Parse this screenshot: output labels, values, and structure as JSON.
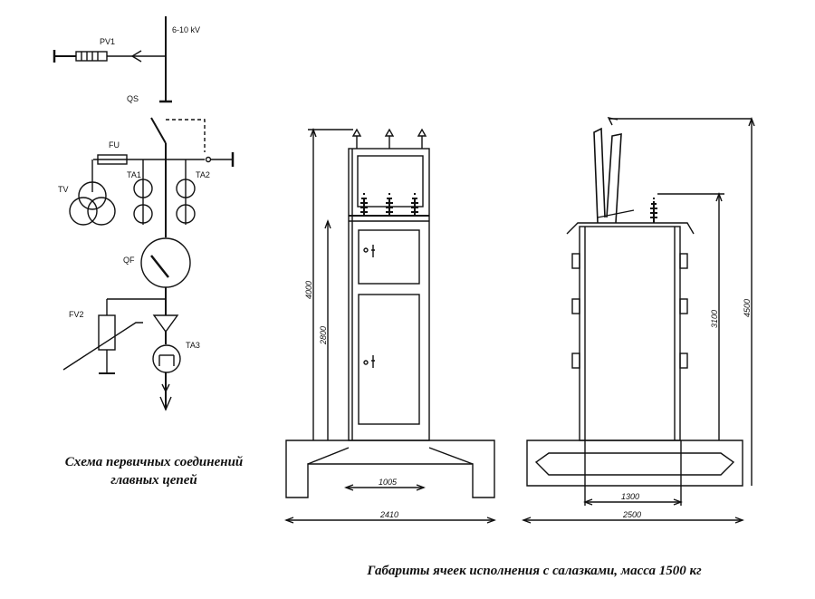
{
  "schematic": {
    "voltage": "6-10 kV",
    "labels": {
      "pv1": "PV1",
      "qs": "QS",
      "fu": "FU",
      "tv": "TV",
      "ta1": "TA1",
      "ta2": "TA2",
      "qf": "QF",
      "fv2": "FV2",
      "ta3": "TA3"
    },
    "caption_line1": "Схема первичных соединений",
    "caption_line2": "главных цепей"
  },
  "front_view": {
    "dim_total_height": "4000",
    "dim_body_height": "2800",
    "dim_inner_width": "1005",
    "dim_total_width": "2410"
  },
  "side_view": {
    "dim_body_height": "3100",
    "dim_total_height": "4500",
    "dim_inner_width": "1300",
    "dim_total_width": "2500"
  },
  "bottom_caption": "Габариты ячеек исполнения с салазками, масса 1500 кг",
  "colors": {
    "line": "#111111",
    "background": "#ffffff"
  }
}
